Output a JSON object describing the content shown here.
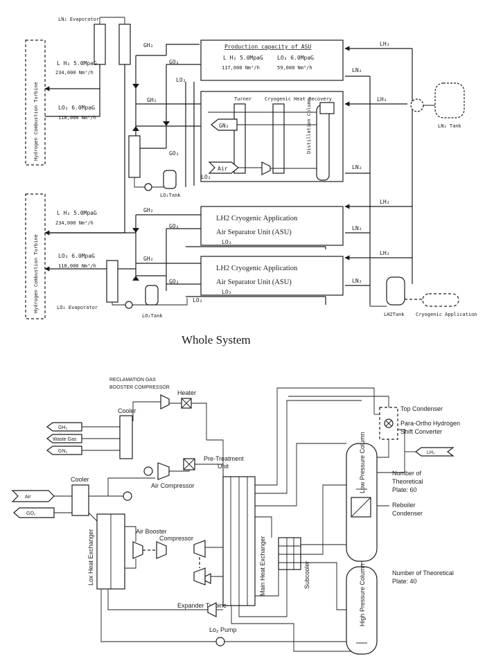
{
  "top": {
    "turbine1": "Hydrogen Combustion Turbine",
    "turbine2": "Hydrogen Combustion Turbine",
    "ln2_evaporator": "LN₂ Evaporator",
    "lo2_evaporator": "LO₂ Evaporator",
    "lh2_1_pressure": "L H₂ 5.0MpaG",
    "lh2_1_flow": "234,000 Nm³/h",
    "lo2_1_pressure": "LO₂ 6.0MpaG",
    "lo2_1_flow": "118,000 Nm³/h",
    "lh2_2_pressure": "L H₂ 5.0MpaG",
    "lh2_2_flow": "234,000 Nm³/h",
    "lo2_2_pressure": "LO₂ 6.0MpaG",
    "lo2_2_flow": "118,000 Nm³/h",
    "asu_capacity_title": "Production capacity of ASU",
    "asu_lh2_pressure": "L H₂ 5.0MpaG",
    "asu_lo2_pressure": "LO₂ 6.0MpaG",
    "asu_lh2_flow": "117,000 Nm³/h",
    "asu_lo2_flow": "59,000 Nm³/h",
    "turner": "Turner",
    "cryo_heat_recovery": "Cryogenic Heat Recovery",
    "distillation_column": "Distillation Column",
    "gn2": "GN₂",
    "air": "Air",
    "lo2_tank": "LO₂Tank",
    "lo2_tank2": "LO₂Tank",
    "ln2_tank": "LN₂ Tank",
    "lh2_tank": "LH2Tank",
    "cryogenic_application": "Cryogenic Application",
    "asu2_line1": "LH2 Cryogenic Application",
    "asu2_line2": "Air Separator Unit  (ASU)",
    "asu3_line1": "LH2 Cryogenic Application",
    "asu3_line2": "Air Separator Unit  (ASU)",
    "gh2": "GH₂",
    "go2": "GO₂",
    "lo2": "LO₂",
    "lh2": "LH₂",
    "ln2": "LN₂",
    "caption": "Whole System"
  },
  "bottom": {
    "reclamation_1": "RECLAMATION GAS",
    "reclamation_2": "BOOSTER COMPRESSOR",
    "heater": "Heater",
    "cooler_top": "Cooler",
    "cooler_left": "Cooler",
    "gh2": "GH₂",
    "waste_gas": "Waste Gas",
    "gn2": "GN₂",
    "air": "Air",
    "go2": "GO₂",
    "lh2": "LH₂",
    "pretreatment_1": "Pre-Treatment",
    "pretreatment_2": "Unit",
    "air_compressor": "Air Compressor",
    "compressor": "Compressor",
    "air_booster": "Air Booster",
    "lox_heat_exchanger": "Lox Heat Exchanger",
    "main_heat_exchanger": "Main Heat Exchanger",
    "subcooler": "Subcooler",
    "expander_turbine": "Expander Turbine",
    "lo2_pump": "Lo₂ Pump",
    "top_condenser": "Top Condenser",
    "para_ortho_1": "Para-Ortho Hydrogen",
    "para_ortho_2": "Shift Converter",
    "low_pressure_column": "Low Pressure Column",
    "high_pressure_column": "High Pressure Column",
    "lp_plates_1": "Number of",
    "lp_plates_2": "Theoretical",
    "lp_plates_3": "Plate: 60",
    "reboiler_1": "Reboiler",
    "reboiler_2": "Condenser",
    "hp_plates_1": "Number of Theoretical",
    "hp_plates_2": "Plate: 40"
  }
}
